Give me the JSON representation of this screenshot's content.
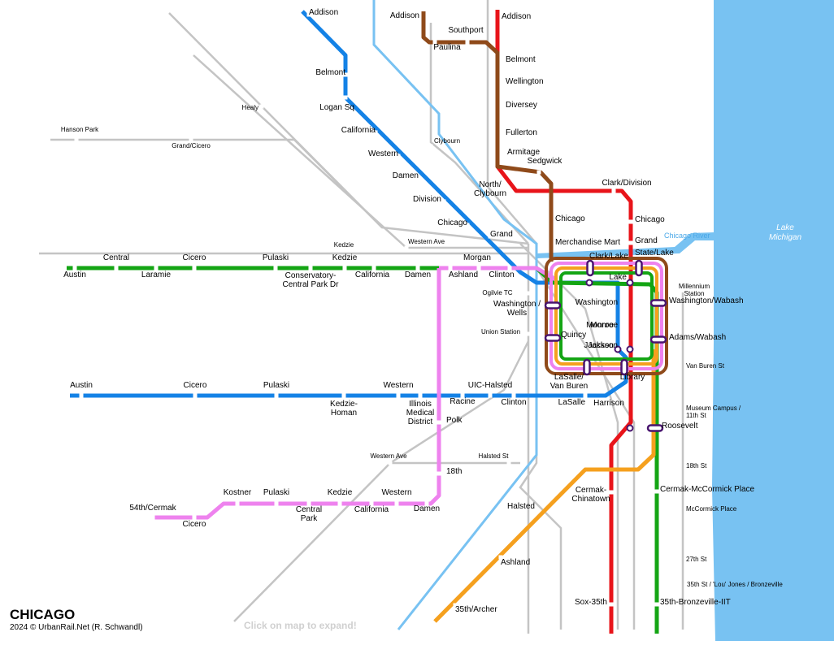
{
  "map": {
    "title": "CHICAGO",
    "credit": "2024 © UrbanRail.Net (R. Schwandl)",
    "expand_hint": "Click on map to expand!",
    "water": {
      "lake": "Lake\nMichigan",
      "river": "Chicago River"
    },
    "colors": {
      "red": "#e8141a",
      "blue": "#1482e6",
      "brown": "#8f4a1a",
      "green": "#14a514",
      "orange": "#f5a01e",
      "pink": "#ee82ee",
      "purple": "#48146e",
      "metra": "#c4c4c4",
      "metra_blue": "#78c2f2",
      "lake": "#78c2f2",
      "river": "#78c2f2"
    }
  },
  "stations": {
    "blue": [
      {
        "id": "blue-addison",
        "label": "Addison"
      },
      {
        "id": "blue-belmont",
        "label": "Belmont"
      },
      {
        "id": "blue-logan-sq",
        "label": "Logan Sq"
      },
      {
        "id": "blue-california",
        "label": "California"
      },
      {
        "id": "blue-western",
        "label": "Western"
      },
      {
        "id": "blue-damen",
        "label": "Damen"
      },
      {
        "id": "blue-division",
        "label": "Division"
      },
      {
        "id": "blue-chicago",
        "label": "Chicago"
      },
      {
        "id": "blue-grand",
        "label": "Grand"
      },
      {
        "id": "blue-clark-lake",
        "label": "Clark/Lake"
      },
      {
        "id": "blue-washington",
        "label": "Washington"
      },
      {
        "id": "blue-monroe",
        "label": "Monroe"
      },
      {
        "id": "blue-jackson",
        "label": "Jackson"
      },
      {
        "id": "blue-lasalle",
        "label": "LaSalle"
      },
      {
        "id": "blue-clinton",
        "label": "Clinton"
      },
      {
        "id": "blue-uic-halsted",
        "label": "UIC-Halsted"
      },
      {
        "id": "blue-racine",
        "label": "Racine"
      },
      {
        "id": "blue-illinois-medical",
        "label": "Illinois\nMedical\nDistrict"
      },
      {
        "id": "blue-western-s",
        "label": "Western"
      },
      {
        "id": "blue-kedzie-homan",
        "label": "Kedzie-\nHoman"
      },
      {
        "id": "blue-pulaski",
        "label": "Pulaski"
      },
      {
        "id": "blue-cicero",
        "label": "Cicero"
      },
      {
        "id": "blue-austin",
        "label": "Austin"
      }
    ],
    "green": [
      {
        "id": "green-austin",
        "label": "Austin"
      },
      {
        "id": "green-central",
        "label": "Central"
      },
      {
        "id": "green-laramie",
        "label": "Laramie"
      },
      {
        "id": "green-cicero",
        "label": "Cicero"
      },
      {
        "id": "green-pulaski",
        "label": "Pulaski"
      },
      {
        "id": "green-conservatory",
        "label": "Conservatory-\nCentral Park Dr"
      },
      {
        "id": "green-kedzie",
        "label": "Kedzie"
      },
      {
        "id": "green-california",
        "label": "California"
      },
      {
        "id": "green-damen",
        "label": "Damen"
      },
      {
        "id": "green-ashland",
        "label": "Ashland"
      },
      {
        "id": "green-morgan",
        "label": "Morgan"
      },
      {
        "id": "green-clinton",
        "label": "Clinton"
      },
      {
        "id": "green-cermak-mccormick",
        "label": "Cermak-McCormick Place"
      },
      {
        "id": "green-35th-bronzeville",
        "label": "35th-Bronzeville-IIT"
      }
    ],
    "red": [
      {
        "id": "red-addison",
        "label": "Addison"
      },
      {
        "id": "red-belmont",
        "label": "Belmont"
      },
      {
        "id": "red-wellington",
        "label": "Wellington"
      },
      {
        "id": "red-diversey",
        "label": "Diversey"
      },
      {
        "id": "red-fullerton",
        "label": "Fullerton"
      },
      {
        "id": "red-north-clybourn",
        "label": "North/\nClybourn"
      },
      {
        "id": "red-clark-division",
        "label": "Clark/Division"
      },
      {
        "id": "red-chicago",
        "label": "Chicago"
      },
      {
        "id": "red-grand",
        "label": "Grand"
      },
      {
        "id": "red-lake",
        "label": "Lake"
      },
      {
        "id": "red-monroe",
        "label": "Monroe"
      },
      {
        "id": "red-jackson",
        "label": "Jackson"
      },
      {
        "id": "red-harrison",
        "label": "Harrison"
      },
      {
        "id": "red-roosevelt",
        "label": "Roosevelt"
      },
      {
        "id": "red-cermak-chinatown",
        "label": "Cermak-\nChinatown"
      },
      {
        "id": "red-sox-35th",
        "label": "Sox-35th"
      }
    ],
    "brown": [
      {
        "id": "brown-addison",
        "label": "Addison"
      },
      {
        "id": "brown-paulina",
        "label": "Paulina"
      },
      {
        "id": "brown-southport",
        "label": "Southport"
      },
      {
        "id": "brown-armitage",
        "label": "Armitage"
      },
      {
        "id": "brown-sedgwick",
        "label": "Sedgwick"
      },
      {
        "id": "brown-chicago",
        "label": "Chicago"
      },
      {
        "id": "brown-merchandise-mart",
        "label": "Merchandise Mart"
      }
    ],
    "loop": [
      {
        "id": "loop-state-lake",
        "label": "State/Lake"
      },
      {
        "id": "loop-washington-wabash",
        "label": "Washington/Wabash"
      },
      {
        "id": "loop-adams-wabash",
        "label": "Adams/Wabash"
      },
      {
        "id": "loop-library",
        "label": "Library"
      },
      {
        "id": "loop-lasalle-van-buren",
        "label": "LaSalle/\nVan Buren"
      },
      {
        "id": "loop-quincy",
        "label": "Quincy"
      },
      {
        "id": "loop-washington-wells",
        "label": "Washington /\nWells"
      }
    ],
    "pink": [
      {
        "id": "pink-polk",
        "label": "Polk"
      },
      {
        "id": "pink-18th",
        "label": "18th"
      },
      {
        "id": "pink-damen",
        "label": "Damen"
      },
      {
        "id": "pink-western",
        "label": "Western"
      },
      {
        "id": "pink-california",
        "label": "California"
      },
      {
        "id": "pink-kedzie",
        "label": "Kedzie"
      },
      {
        "id": "pink-central-park",
        "label": "Central\nPark"
      },
      {
        "id": "pink-pulaski",
        "label": "Pulaski"
      },
      {
        "id": "pink-kostner",
        "label": "Kostner"
      },
      {
        "id": "pink-cicero",
        "label": "Cicero"
      },
      {
        "id": "pink-54th-cermak",
        "label": "54th/Cermak"
      }
    ],
    "orange": [
      {
        "id": "orange-halsted",
        "label": "Halsted"
      },
      {
        "id": "orange-ashland",
        "label": "Ashland"
      },
      {
        "id": "orange-35th-archer",
        "label": "35th/Archer"
      }
    ],
    "metra": [
      {
        "id": "metra-hanson-park",
        "label": "Hanson Park"
      },
      {
        "id": "metra-grand-cicero",
        "label": "Grand/Cicero"
      },
      {
        "id": "metra-healy",
        "label": "Healy"
      },
      {
        "id": "metra-clybourn",
        "label": "Clybourn"
      },
      {
        "id": "metra-kedzie",
        "label": "Kedzie"
      },
      {
        "id": "metra-western-ave",
        "label": "Western Ave"
      },
      {
        "id": "metra-ogilvie",
        "label": "Ogilvie TC"
      },
      {
        "id": "metra-union-station",
        "label": "Union Station"
      },
      {
        "id": "metra-western-ave-s",
        "label": "Western Ave"
      },
      {
        "id": "metra-halsted-st",
        "label": "Halsted St"
      },
      {
        "id": "metra-millennium",
        "label": "Millennium\nStation"
      },
      {
        "id": "metra-van-buren",
        "label": "Van Buren St"
      },
      {
        "id": "metra-museum-campus",
        "label": "Museum Campus /\n11th St"
      },
      {
        "id": "metra-18th",
        "label": "18th St"
      },
      {
        "id": "metra-mccormick",
        "label": "McCormick Place"
      },
      {
        "id": "metra-27th",
        "label": "27th St"
      },
      {
        "id": "metra-35th-lou-jones",
        "label": "35th St / 'Lou' Jones / Bronzeville"
      }
    ]
  }
}
